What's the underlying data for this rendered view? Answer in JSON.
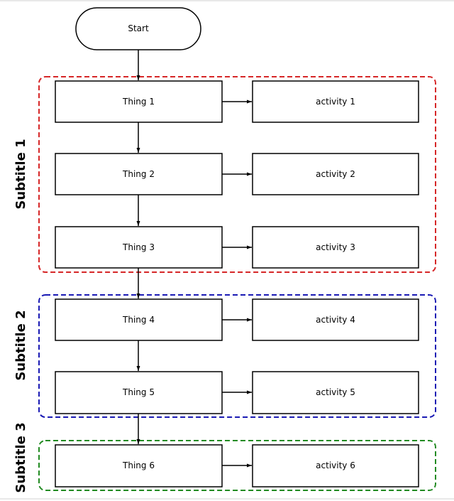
{
  "start": {
    "label": "Start"
  },
  "groups": [
    {
      "label": "Subtitle 1",
      "color": "#d62728"
    },
    {
      "label": "Subtitle 2",
      "color": "#1a1ab4"
    },
    {
      "label": "Subtitle 3",
      "color": "#228b22"
    }
  ],
  "things": [
    {
      "label": "Thing 1"
    },
    {
      "label": "Thing 2"
    },
    {
      "label": "Thing 3"
    },
    {
      "label": "Thing 4"
    },
    {
      "label": "Thing 5"
    },
    {
      "label": "Thing 6"
    }
  ],
  "activities": [
    {
      "label": "activity 1"
    },
    {
      "label": "activity 2"
    },
    {
      "label": "activity 3"
    },
    {
      "label": "activity 4"
    },
    {
      "label": "activity 5"
    },
    {
      "label": "activity 6"
    }
  ]
}
